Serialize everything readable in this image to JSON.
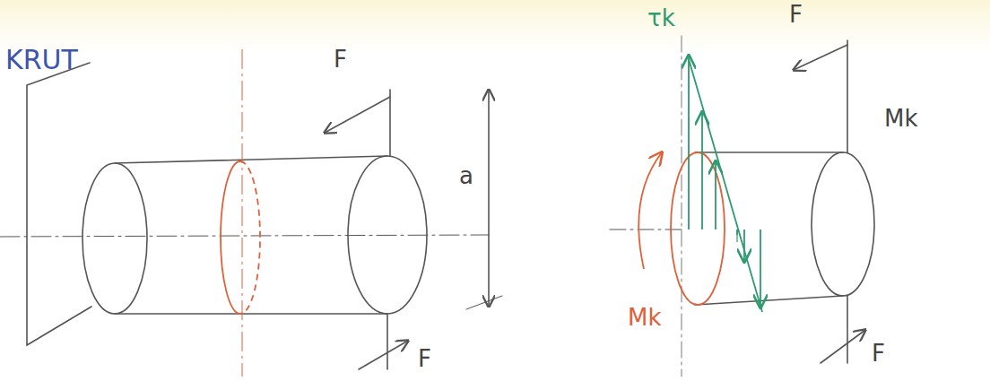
{
  "diagram": {
    "labels": [
      "KRUT",
      "F",
      "a",
      "F",
      "τk",
      "F",
      "Mk",
      "Mk",
      "F"
    ]
  }
}
